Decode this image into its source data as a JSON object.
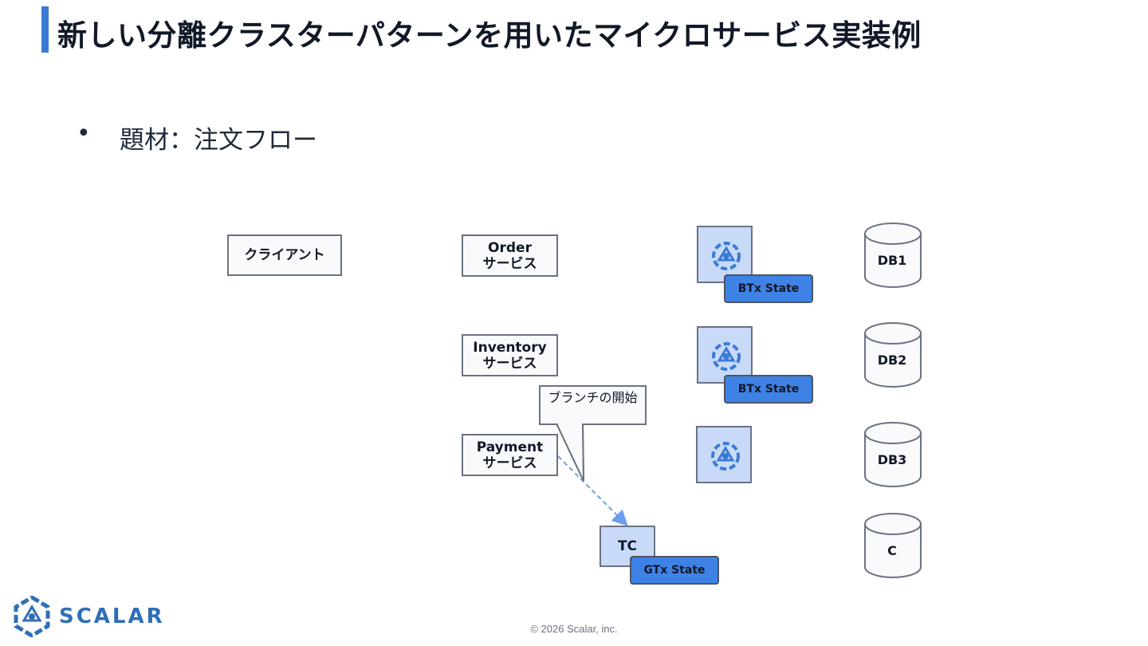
{
  "title": "新しい分離クラスターパターンを用いたマイクロサービス実装例",
  "bullet": {
    "marker": "•",
    "text": "題材：注文フロー"
  },
  "client": {
    "label": "クライアント"
  },
  "services": [
    {
      "line1": "Order",
      "line2": "サービス"
    },
    {
      "line1": "Inventory",
      "line2": "サービス"
    },
    {
      "line1": "Payment",
      "line2": "サービス"
    }
  ],
  "states": [
    "BTx State",
    "BTx State"
  ],
  "dbs": [
    "DB1",
    "DB2",
    "DB3",
    "C"
  ],
  "tc": {
    "label": "TC",
    "state": "GTx State"
  },
  "callout": {
    "text": "ブランチの開始"
  },
  "logo": {
    "text": "SCALAR",
    "icon": "scalar-logo-icon"
  },
  "footer": "© 2026 Scalar, inc.",
  "colors": {
    "accent": "#3a7bd5",
    "cluster": "#c9daf8",
    "state": "#3f82e6",
    "logo": "#2f6fb7"
  }
}
